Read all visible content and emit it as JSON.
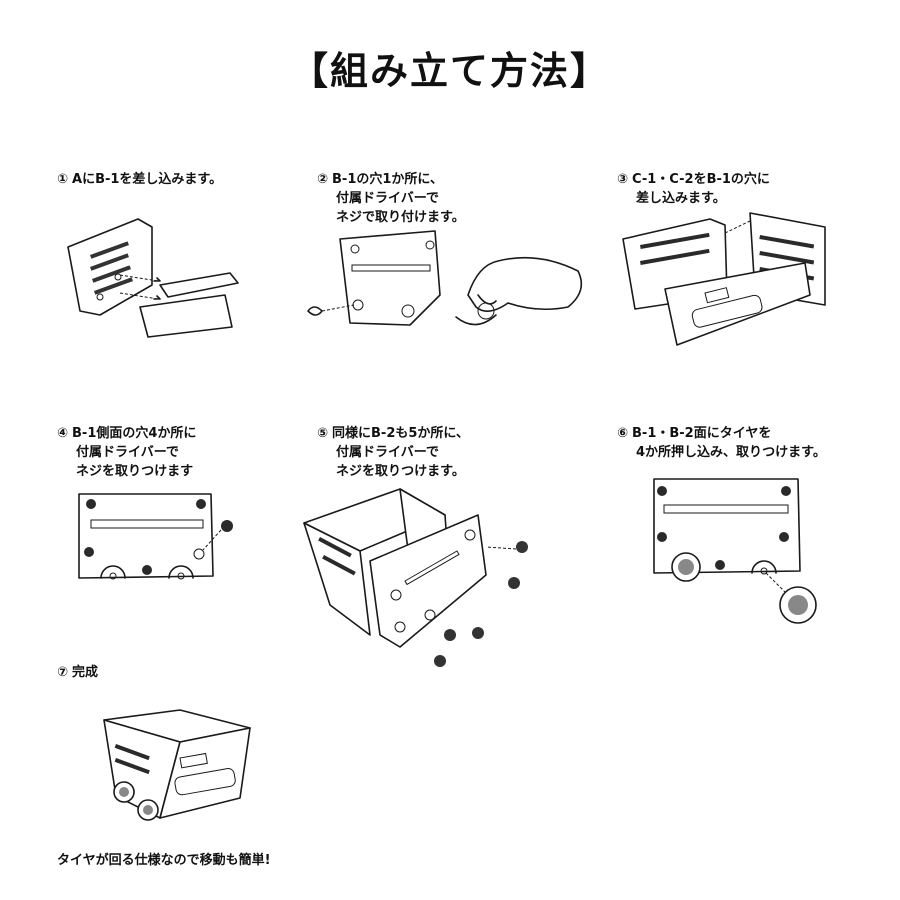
{
  "title": "【組み立て方法】",
  "steps": [
    {
      "num": "①",
      "line1": "AにB-1を差し込みます。",
      "line2": ""
    },
    {
      "num": "②",
      "line1": "B-1の穴1か所に、",
      "line2": "付属ドライバーで",
      "line3": "ネジで取り付けます。"
    },
    {
      "num": "③",
      "line1": "C-1・C-2をB-1の穴に",
      "line2": "差し込みます。"
    },
    {
      "num": "④",
      "line1": "B-1側面の穴4か所に",
      "line2": "付属ドライバーで",
      "line3": "ネジを取りつけます"
    },
    {
      "num": "⑤",
      "line1": "同様にB-2も5か所に、",
      "line2": "付属ドライバーで",
      "line3": "ネジを取りつけます。"
    },
    {
      "num": "⑥",
      "line1": "B-1・B-2面にタイヤを",
      "line2": "4か所押し込み、取りつけます。"
    },
    {
      "num": "⑦",
      "line1": "完成",
      "line2": ""
    }
  ],
  "footer": "タイヤが回る仕様なので移動も簡単!"
}
